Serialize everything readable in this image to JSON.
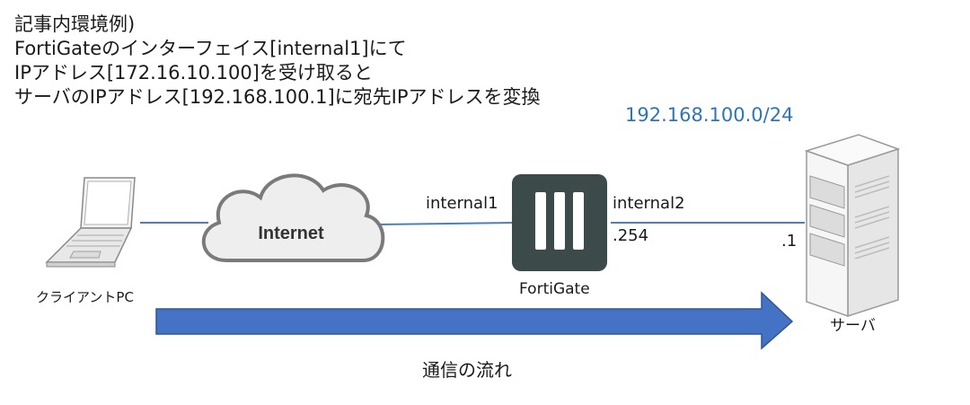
{
  "caption": {
    "lines": [
      "記事内環境例)",
      "FortiGateのインターフェイス[internal1]にて",
      "IPアドレス[172.16.10.100]を受け取ると",
      "サーバのIPアドレス[192.168.100.1]に宛先IPアドレスを変換"
    ]
  },
  "network": {
    "subnet": "192.168.100.0/24",
    "cloud_label": "Internet",
    "fortigate_label": "FortiGate",
    "interface_left": "internal1",
    "interface_right": "internal2",
    "fortigate_ip": ".254",
    "server_ip": ".1"
  },
  "devices": {
    "client_label": "クライアントPC",
    "server_label": "サーバ"
  },
  "flow": {
    "label": "通信の流れ"
  },
  "colors": {
    "link_line": "#4a7fc1",
    "arrow_fill": "#4472c4",
    "arrow_stroke": "#2f5597",
    "fortigate_body": "#3d4a4a",
    "subnet_text": "#2e75b6",
    "cloud_fill": "#eeeeee",
    "cloud_stroke": "#7a7a7a"
  }
}
